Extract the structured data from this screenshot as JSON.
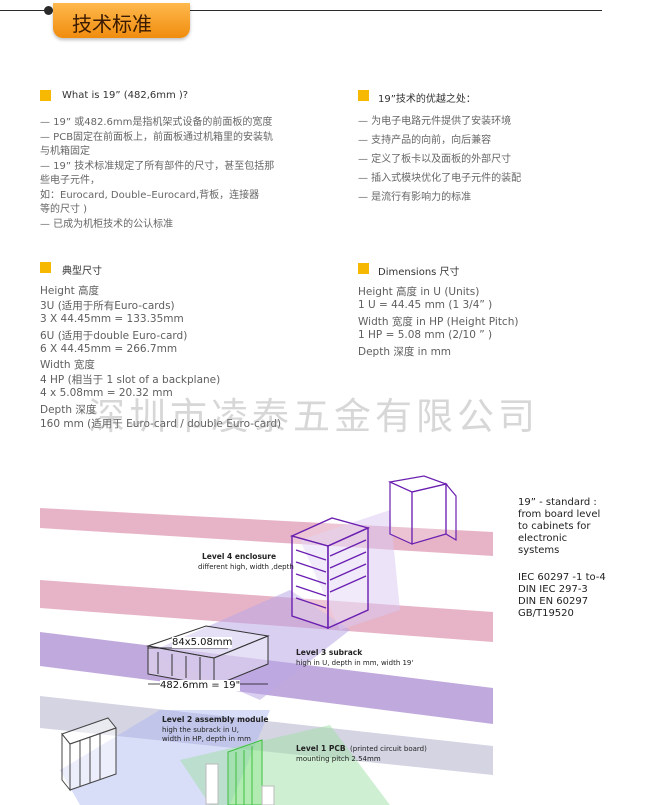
{
  "header": {
    "title": "技术标准"
  },
  "sections": [
    {
      "heading": "What is 19” (482,6mm )?",
      "lines": [
        "— 19” 或482.6mm是指机架式设备的前面板的宽度",
        "— PCB固定在前面板上，前面板通过机箱里的安装轨",
        "    与机箱固定",
        "— 19” 技术标准规定了所有部件的尺寸，甚至包括那",
        "    些电子元件，",
        "    如：Eurocard, Double–Eurocard,背板，连接器",
        "    等的尺寸 )",
        "— 已成为机柜技术的公认标准"
      ]
    },
    {
      "heading": "19”技术的优越之处：",
      "lines": [
        "— 为电子电路元件提供了安装环境",
        "— 支持产品的向前，向后兼容",
        "— 定义了板卡以及面板的外部尺寸",
        "— 插入式模块优化了电子元件的装配",
        "— 是流行有影响力的标准"
      ]
    },
    {
      "heading": "典型尺寸",
      "lines": [
        "Height  高度",
        "3U (适用于所有Euro-cards)",
        "3 X 44.45mm = 133.35mm",
        "6U (适用于double Euro-card)",
        "6 X 44.45mm = 266.7mm",
        "Width  宽度",
        "4 HP (相当于 1 slot of a backplane)",
        "4 x 5.08mm = 20.32 mm",
        "Depth  深度",
        "160 mm (适用于 Euro-card / double Euro-card)"
      ]
    },
    {
      "heading": "Dimensions  尺寸",
      "lines": [
        "Height  高度   in U (Units)",
        "1 U = 44.45 mm (1 3/4” )",
        "Width 宽度  in HP (Height Pitch)",
        "1 HP = 5.08 mm (2/10 ” )",
        "Depth 深度  in mm"
      ]
    }
  ],
  "watermark": "深圳市凌泰五金有限公司",
  "diagram": {
    "levels": [
      {
        "title": "Level 4 enclosure",
        "desc": "different high, width ,depth"
      },
      {
        "title": "Level 3 subrack",
        "desc": "high in U, depth in mm, width 19'"
      },
      {
        "title": "Level 2 assembly module",
        "desc1": "high the subrack in U,",
        "desc2": "width in HP, depth in mm"
      },
      {
        "title": "Level 1 PCB",
        "note": "(printed circuit board)",
        "desc": "mounting pitch 2.54mm"
      }
    ],
    "dim_hp": "84x5.08mm",
    "dim_width": "482.6mm = 19\"",
    "standard_note": [
      "19” - standard :",
      "from board level",
      "to cabinets for",
      "electronic",
      "systems"
    ],
    "standards": [
      "IEC 60297 -1 to-4",
      "DIN IEC 297-3",
      "DIN EN 60297",
      "GB/T19520"
    ],
    "colors": {
      "band_pink": "#e3a7bd",
      "band_purple": "#b59ad6",
      "band_gray": "#cfcfe0",
      "frame": "#6a1fb0",
      "green": "#3fbf3f"
    }
  }
}
